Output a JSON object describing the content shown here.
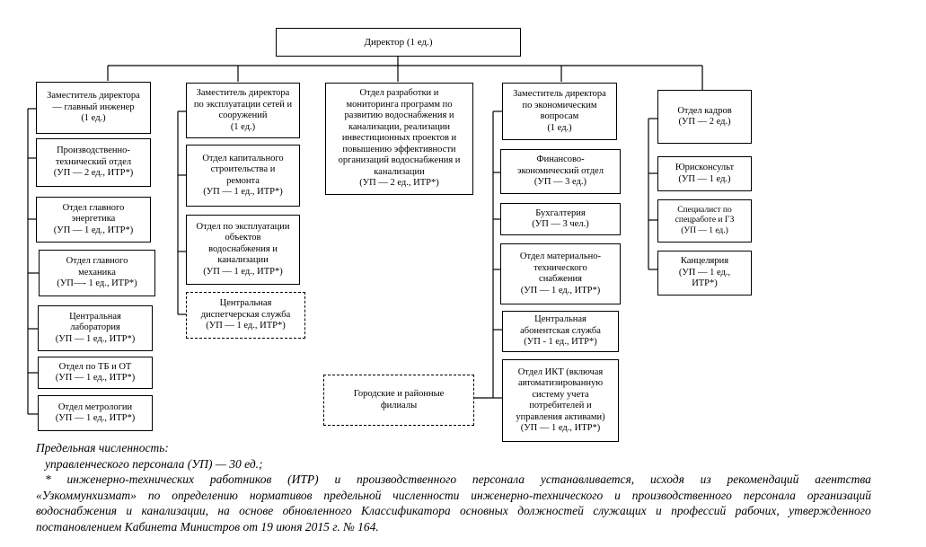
{
  "director": "Директор (1 ед.)",
  "col1": {
    "head": "Заместитель директора\n— главный инженер\n(1 ед.)",
    "items": [
      "Производственно-\nтехнический отдел\n(УП — 2 ед., ИТР*)",
      "Отдел главного\nэнергетика\n(УП — 1 ед., ИТР*)",
      "Отдел главного\nмеханика\n(УП—- 1 ед., ИТР*)",
      "Центральная\nлаборатория\n(УП — 1 ед., ИТР*)",
      "Отдел по ТБ и ОТ\n(УП — 1 ед., ИТР*)",
      "Отдел метрологии\n(УП — 1 ед., ИТР*)"
    ]
  },
  "col2": {
    "head": "Заместитель директора\nпо эксплуатации сетей и\nсооружений\n(1 ед.)",
    "items": [
      "Отдел капитального\nстроительства и\nремонта\n(УП — 1 ед., ИТР*)",
      "Отдел по эксплуатации\nобъектов\nводоснабжения и\nканализации\n(УП — 1 ед., ИТР*)",
      "Центральная\nдиспетчерская служба\n(УП — 1 ед., ИТР*)"
    ]
  },
  "col3": {
    "head": "Отдел разработки и\nмониторинга программ по\nразвитию водоснабжения и\nканализации, реализации\nинвестиционных проектов и\nповышению эффективности\nорганизаций водоснабжения и\nканализации\n(УП — 2 ед., ИТР*)",
    "branches": "Городские и районные\nфилиалы"
  },
  "col4": {
    "head": "Заместитель директора\nпо экономическим\nвопросам\n(1 ед.)",
    "items": [
      "Финансово-\nэкономический отдел\n(УП — 3 ед.)",
      "Бухгалтерия\n(УП — 3 чел.)",
      "Отдел материально-\nтехнического\nснабжения\n(УП — 1 ед., ИТР*)",
      "Центральная\nабонентская служба\n(УП - 1 ед., ИТР*)",
      "Отдел ИКТ (включая\nавтоматизированную\nсистему учета\nпотребителей и\nуправления активами)\n(УП — 1 ед., ИТР*)"
    ]
  },
  "col5": {
    "items": [
      "Отдел кадров\n(УП — 2 ед.)",
      "Юрисконсульт\n(УП — 1 ед.)",
      "Специалист по\nспецработе и ГЗ\n(УП — 1 ед.)",
      "Канцелярия\n(УП — 1 ед.,\nИТР*)"
    ]
  },
  "notes": {
    "line1": "Предельная численность:",
    "line2": "управленческого персонала (УП) — 30 ед.;",
    "line3_words": [
      "*",
      "инженерно-технических",
      "работников",
      "(ИТР)",
      "и",
      "производственного",
      "персонала",
      "устанавливается,",
      "исходя",
      "из",
      "рекомендаций",
      "агентства"
    ],
    "line4_words": [
      "«Узкоммунхизмат»",
      "по",
      "определению",
      "нормативов",
      "предельной",
      "численности",
      "инженерно-технического",
      "и",
      "производственного",
      "персонала",
      "организаций"
    ],
    "line5_words": [
      "водоснабжения",
      "и",
      "канализации,",
      "на",
      "основе",
      "обновленного",
      "Классификатора",
      "основных",
      "должностей",
      "служащих",
      "и",
      "профессий",
      "рабочих,",
      "утвержденного"
    ],
    "line6": "постановлением Кабинета Министров от 19 июня 2015 г. № 164."
  }
}
